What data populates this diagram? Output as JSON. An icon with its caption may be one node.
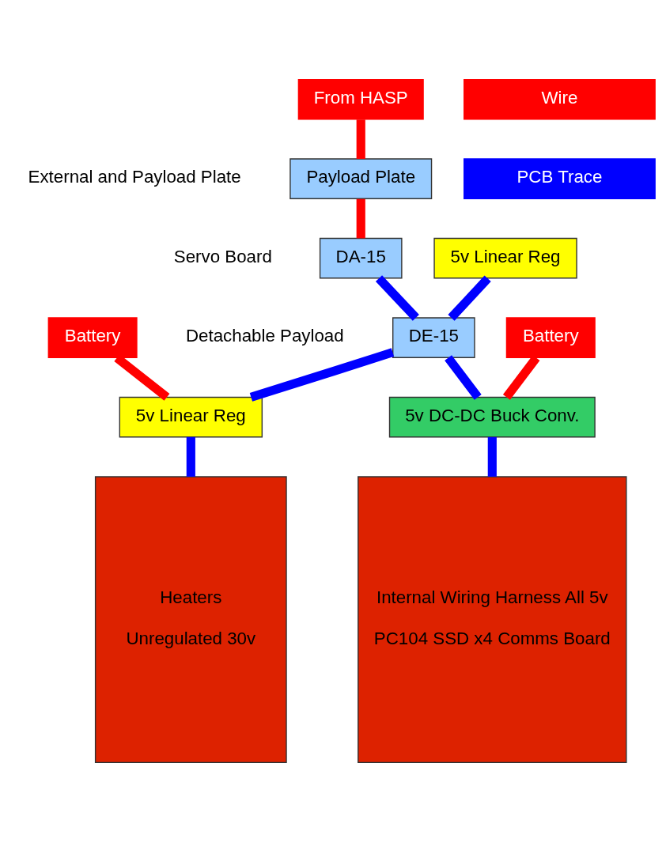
{
  "diagram": {
    "nodes": [
      {
        "text": [
          "From HASP"
        ]
      },
      {
        "text": [
          "Payload Plate"
        ]
      },
      {
        "text": [
          "DA-15"
        ]
      },
      {
        "text": [
          "5v Linear Reg"
        ]
      },
      {
        "text": [
          "DE-15"
        ]
      },
      {
        "text": [
          "5v Linear Reg"
        ]
      },
      {
        "text": [
          "Battery"
        ]
      },
      {
        "text": [
          "5v DC-DC Buck Conv."
        ]
      },
      {
        "text": [
          "Battery"
        ]
      },
      {
        "text": [
          "Internal Wiring Harness All 5v",
          "PC104 SSD x4 Comms Board"
        ]
      },
      {
        "text": [
          "Heaters",
          "Unregulated 30v"
        ]
      }
    ],
    "edges": [
      {
        "from": 0,
        "to": 1,
        "arrow": "none",
        "color": "#ff0000"
      },
      {
        "from": 1,
        "to": 2,
        "arrow": "none",
        "color": "#ff0000"
      },
      {
        "from": 2,
        "to": 4,
        "arrow": "none",
        "color": "#0000ff"
      },
      {
        "from": 3,
        "to": 4,
        "arrow": "none",
        "color": "#0000ff"
      },
      {
        "from": 4,
        "to": 7,
        "arrow": "none",
        "color": "#0000ff"
      },
      {
        "from": 4,
        "to": 5,
        "arrow": "none",
        "color": "#0000ff"
      },
      {
        "from": 5,
        "to": 10,
        "arrow": "none",
        "color": "#0000ff"
      },
      {
        "from": 6,
        "to": 7,
        "arrow": "none",
        "color": "#ff0000"
      },
      {
        "from": 8,
        "to": 5,
        "arrow": "none",
        "color": "#ff0000"
      },
      {
        "from": 7,
        "to": 9,
        "arrow": "none",
        "color": "#0000ff"
      }
    ],
    "labels": [
      "External and Payload Plate",
      "Servo Board",
      "Detachable Payload"
    ],
    "legend": [
      {
        "text": "Wire",
        "color": "#ff0000"
      },
      {
        "text": "PCB Trace",
        "color": "#0000ff"
      }
    ]
  }
}
